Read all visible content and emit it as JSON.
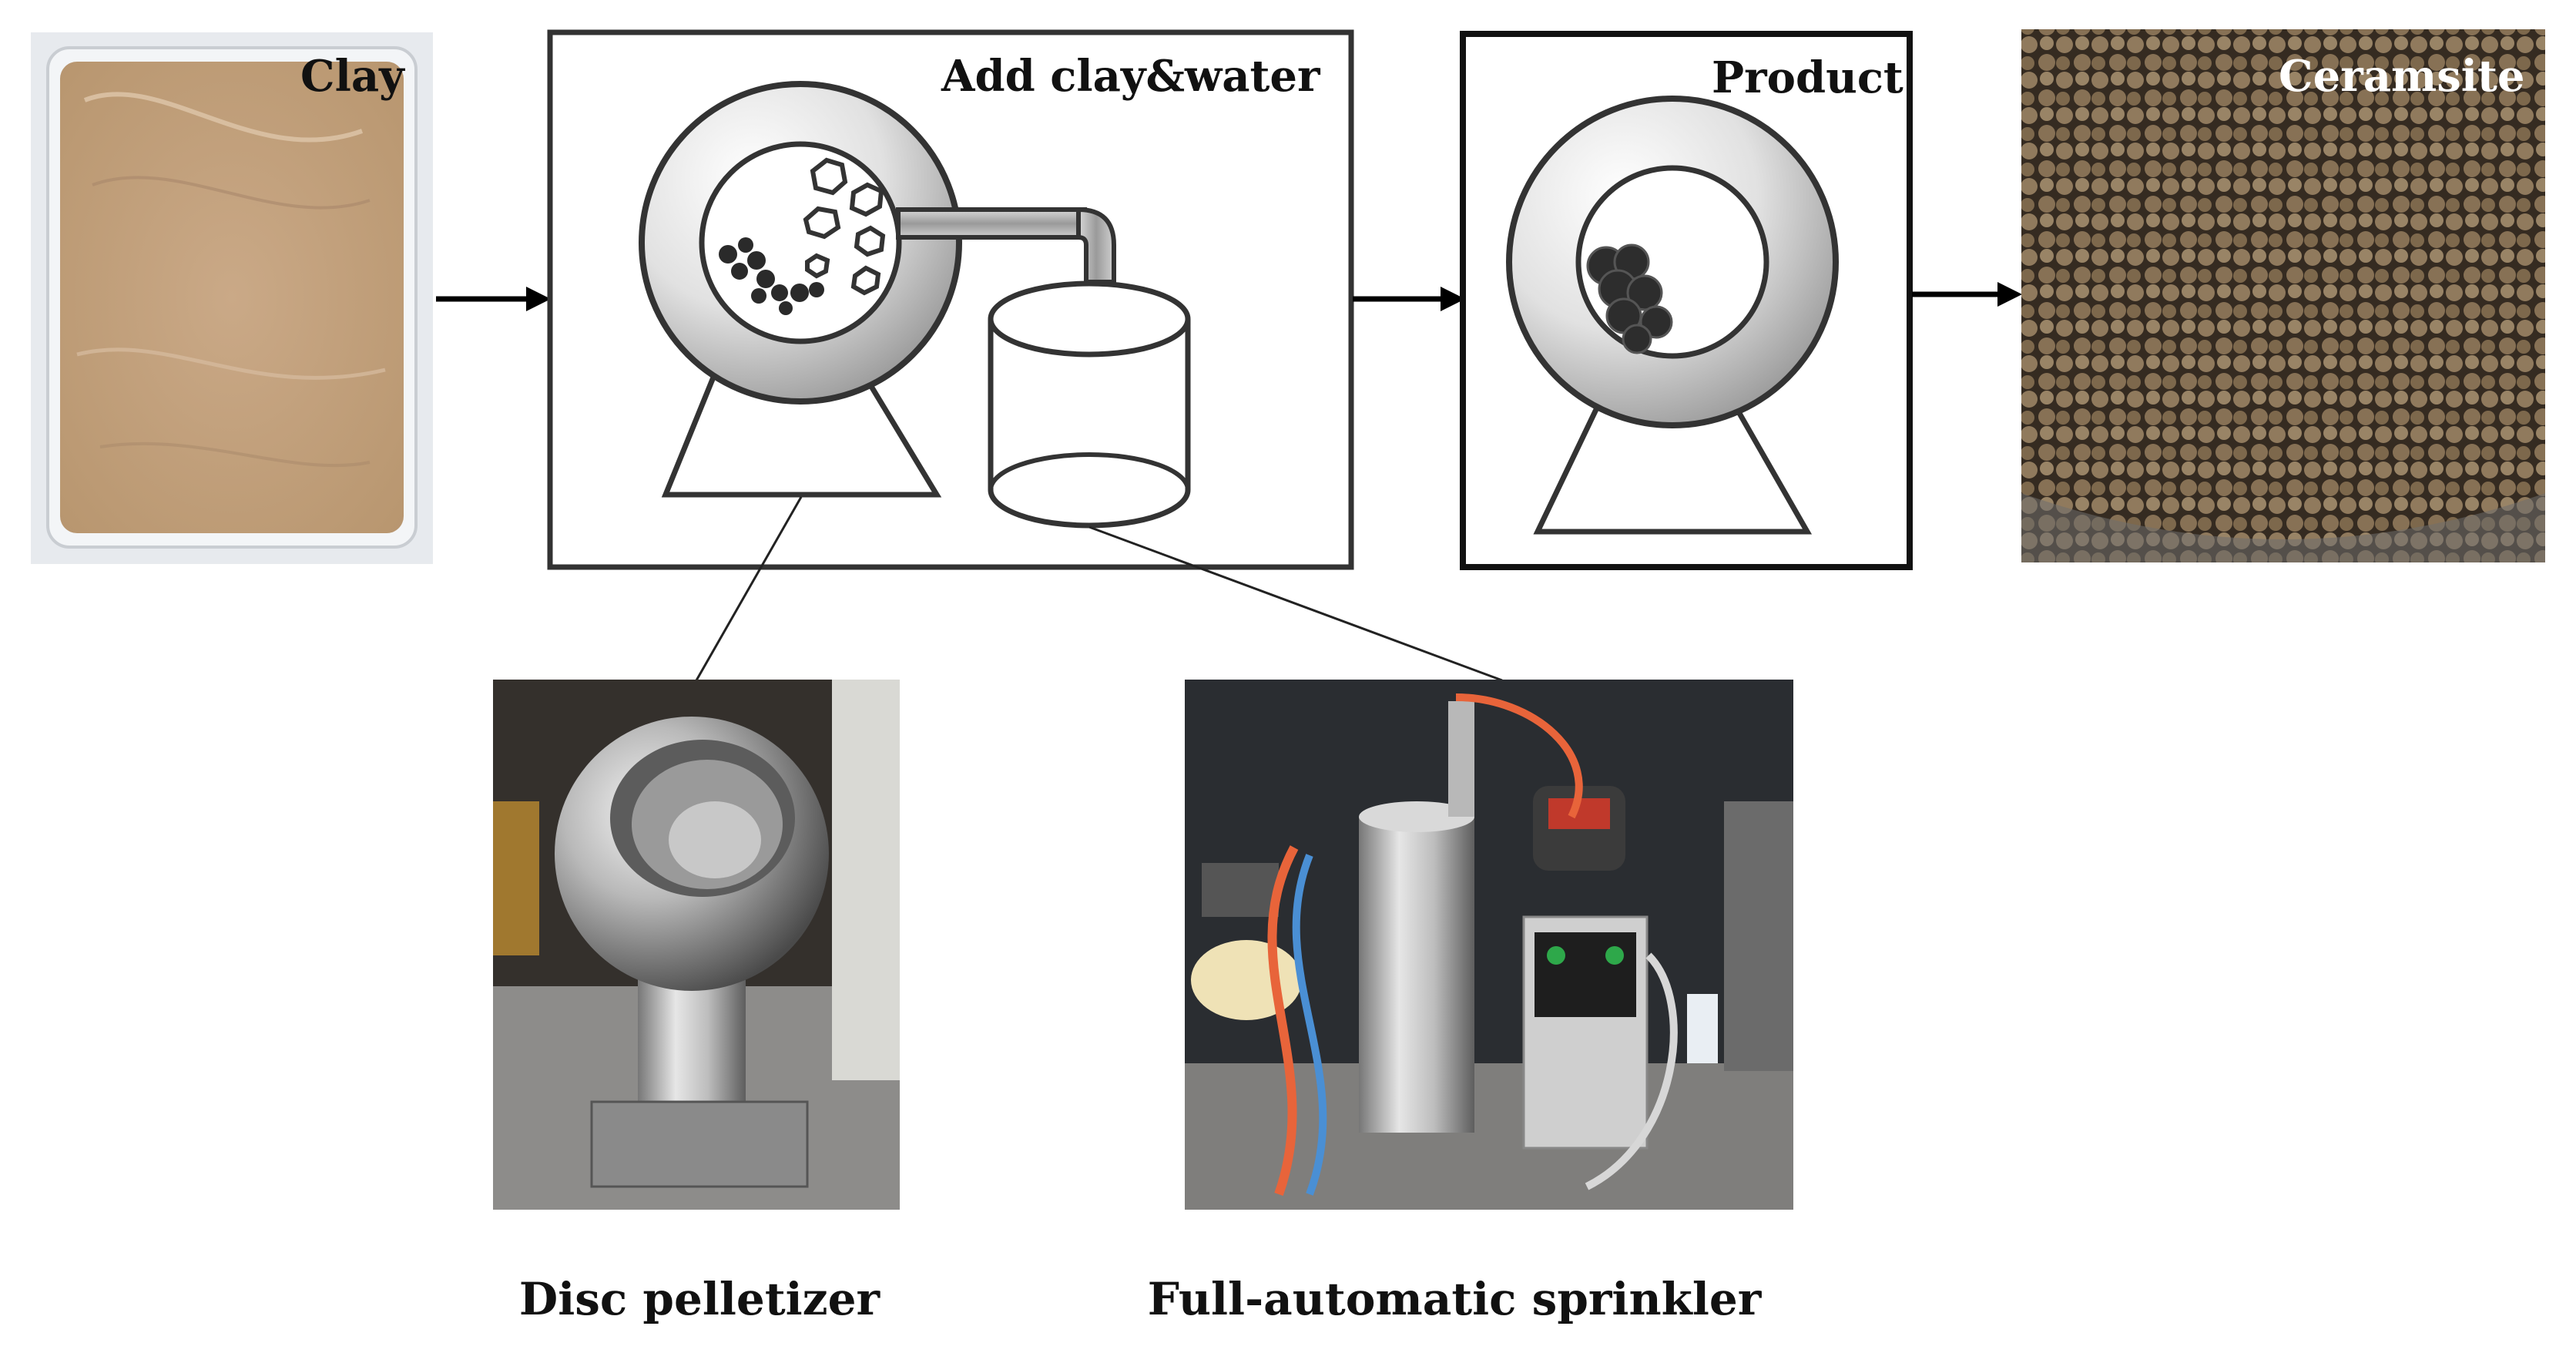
{
  "labels": {
    "clay": "Clay",
    "add_clay_water": "Add clay&water",
    "product": "Product",
    "ceramsite": "Ceramsite",
    "disc_pelletizer": "Disc pelletizer",
    "sprinkler": "Full-automatic sprinkler"
  },
  "colors": {
    "line": "#1a1a1a",
    "clay": "#c4a483",
    "clay_tray": "#dfe3e7",
    "ceramsite_bg": "#3b3026",
    "ceramsite_ball": "#a9916f",
    "ring_light": "#f4f4f4",
    "ring_dark": "#a8a8a8",
    "photo_dark": "#2a2d31"
  }
}
